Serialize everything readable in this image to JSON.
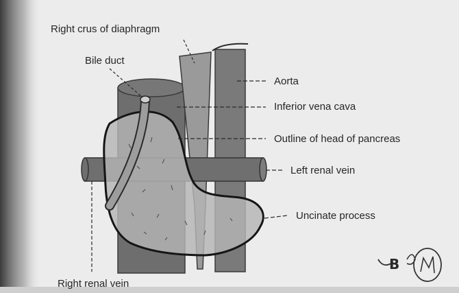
{
  "labels": {
    "right_crus": "Right crus of diaphragm",
    "bile_duct": "Bile duct",
    "aorta": "Aorta",
    "ivc": "Inferior vena cava",
    "pancreas_outline": "Outline of head of pancreas",
    "left_renal_vein": "Left renal vein",
    "uncinate": "Uncinate process",
    "right_renal_vein": "Right renal vein"
  },
  "handwriting": "B"
}
